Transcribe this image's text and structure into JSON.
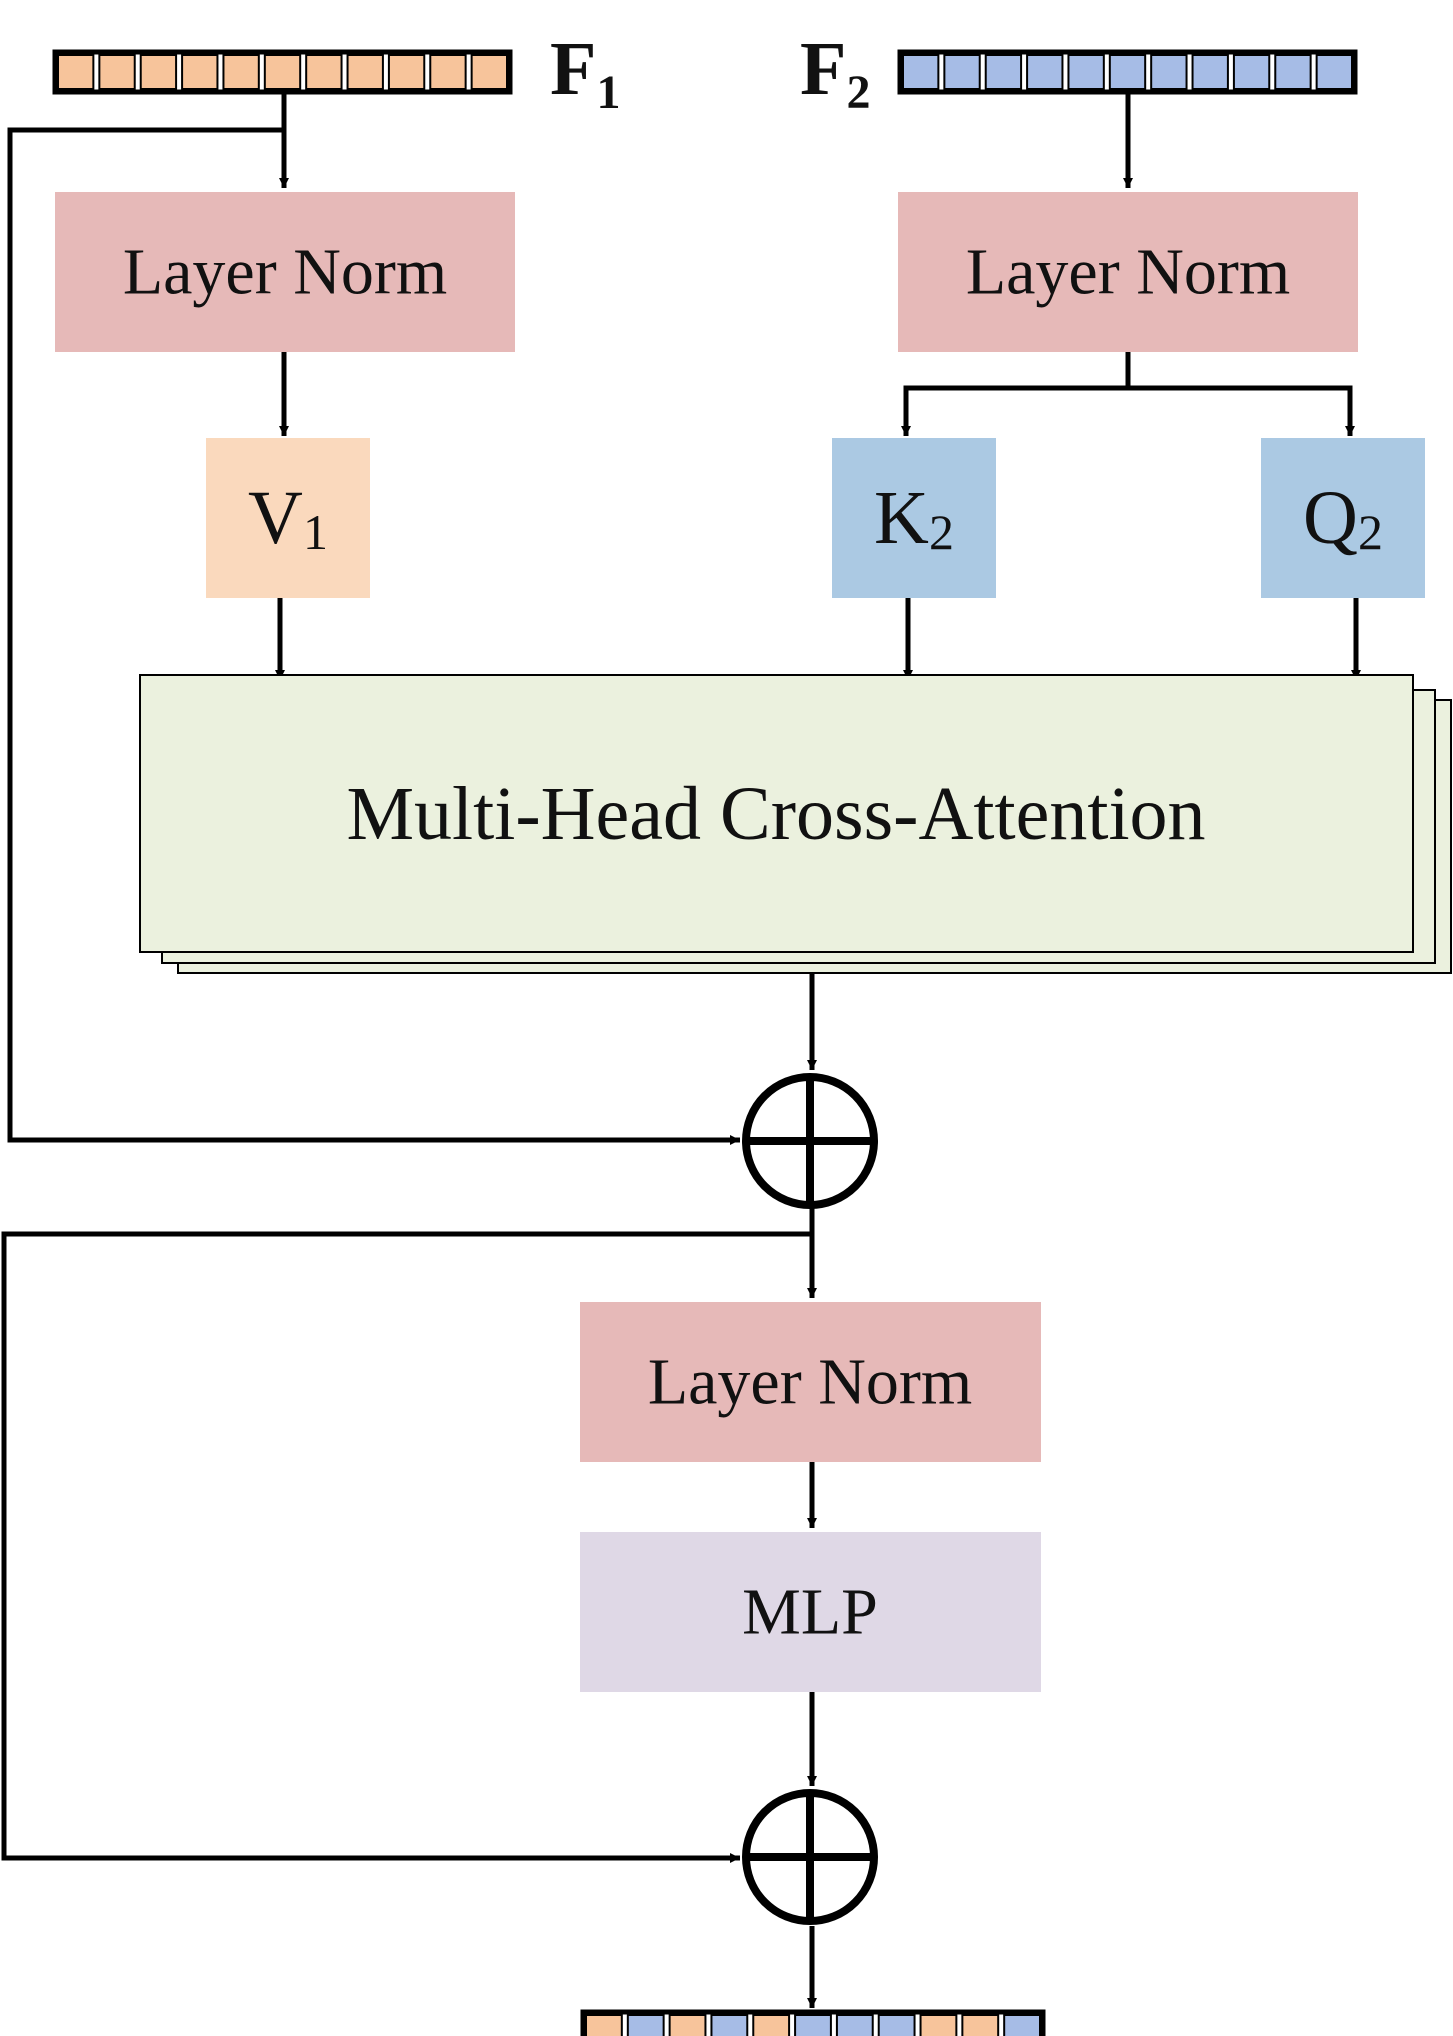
{
  "inputs": {
    "f1": {
      "base": "F",
      "sub": "1",
      "color": "#f7c49b",
      "cells": 11
    },
    "f2": {
      "base": "F",
      "sub": "2",
      "color": "#a6bce6",
      "cells": 11
    }
  },
  "boxes": {
    "layer_norm_1": {
      "label": "Layer Norm",
      "color": "#e6b9b8"
    },
    "layer_norm_2": {
      "label": "Layer Norm",
      "color": "#e6b9b8"
    },
    "v1": {
      "base": "V",
      "sub": "1",
      "color": "#fad9bd"
    },
    "k2": {
      "base": "K",
      "sub": "2",
      "color": "#abc9e3"
    },
    "q2": {
      "base": "Q",
      "sub": "2",
      "color": "#abc9e3"
    },
    "attention": {
      "label": "Multi-Head Cross-Attention",
      "color": "#ebf1de"
    },
    "layer_norm_3": {
      "label": "Layer Norm",
      "color": "#e6b9b8"
    },
    "mlp": {
      "label": "MLP",
      "color": "#dfd8e6"
    }
  },
  "output": {
    "cells": [
      "f1",
      "f2",
      "f1",
      "f2",
      "f1",
      "f2",
      "f2",
      "f2",
      "f1",
      "f1",
      "f2"
    ]
  },
  "colors": {
    "line": "#000000"
  }
}
